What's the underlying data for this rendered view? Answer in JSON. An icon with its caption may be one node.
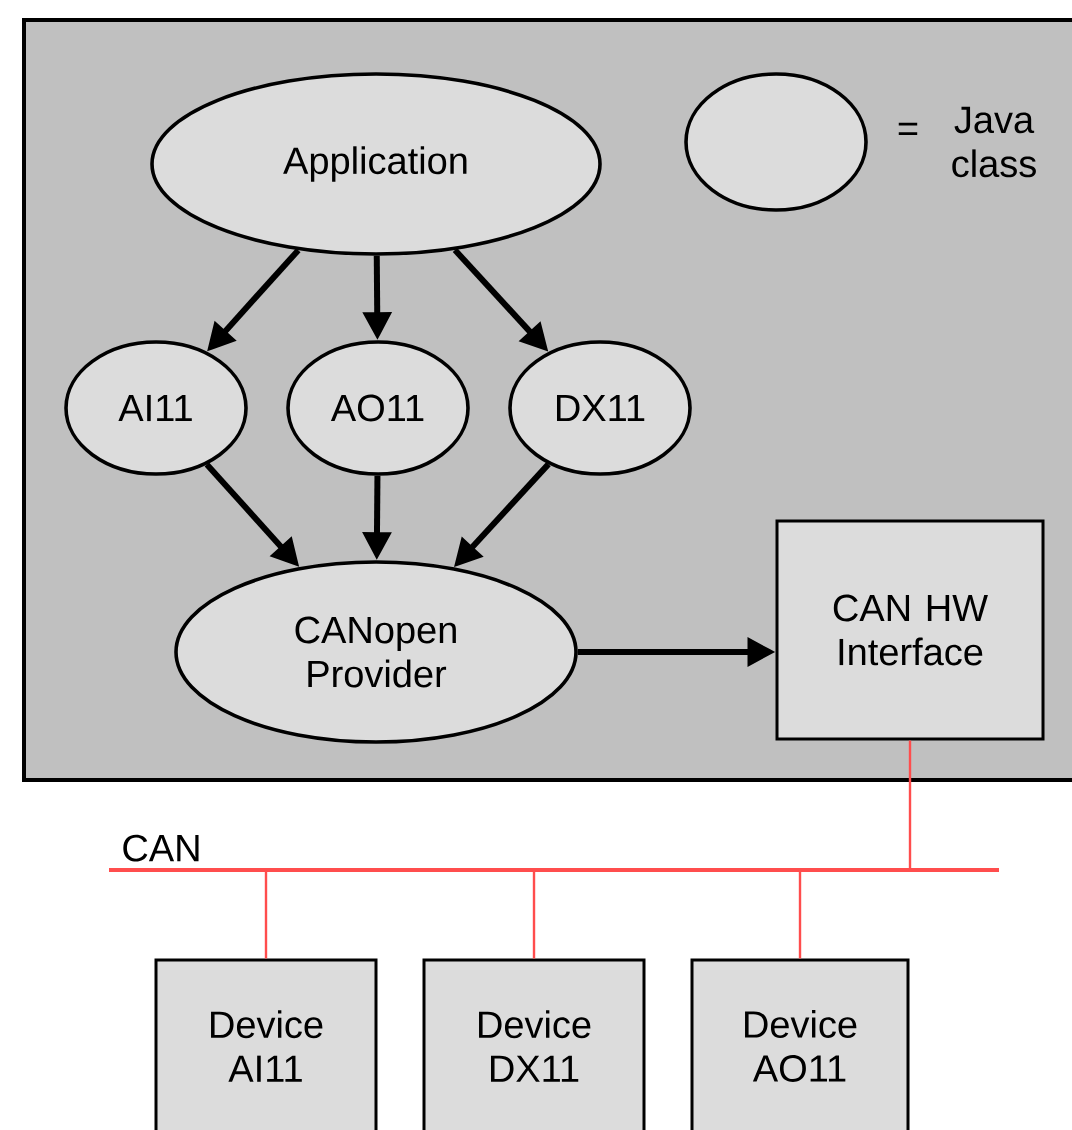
{
  "diagram": {
    "nodes": [
      {
        "text": [],
        "shape": "box"
      },
      {
        "text": [
          "Application"
        ],
        "in": 0
      },
      {
        "text": [
          "AI11"
        ],
        "in": 0
      },
      {
        "text": [
          "AO11"
        ],
        "in": 0
      },
      {
        "text": [
          "DX11"
        ],
        "in": 0
      },
      {
        "text": [
          "CANopen Provider"
        ],
        "in": 0
      },
      {
        "text": [
          "CAN HW Interface"
        ],
        "in": 0
      },
      {
        "text": [
          "CAN"
        ]
      },
      {
        "text": [
          "Device AI11"
        ]
      },
      {
        "text": [
          "Device DX11"
        ]
      },
      {
        "text": [
          "Device AO11"
        ]
      }
    ],
    "edges": [
      {
        "from": 1,
        "to": 2,
        "arrow": "to"
      },
      {
        "from": 1,
        "to": 3,
        "arrow": "to"
      },
      {
        "from": 1,
        "to": 4,
        "arrow": "to"
      },
      {
        "from": 2,
        "to": 5,
        "arrow": "to"
      },
      {
        "from": 3,
        "to": 5,
        "arrow": "to"
      },
      {
        "from": 4,
        "to": 5,
        "arrow": "to"
      },
      {
        "from": 5,
        "to": 6,
        "arrow": "to"
      },
      {
        "from": 6,
        "to": 7,
        "arrow": "none",
        "color": "#ff4d4d"
      },
      {
        "from": 7,
        "to": 8,
        "arrow": "none",
        "color": "#ff4d4d"
      },
      {
        "from": 7,
        "to": 9,
        "arrow": "none",
        "color": "#ff4d4d"
      },
      {
        "from": 7,
        "to": 10,
        "arrow": "none",
        "color": "#ff4d4d"
      }
    ],
    "labels": [
      "="
    ],
    "legend": [
      {
        "text": "Java class"
      }
    ]
  }
}
